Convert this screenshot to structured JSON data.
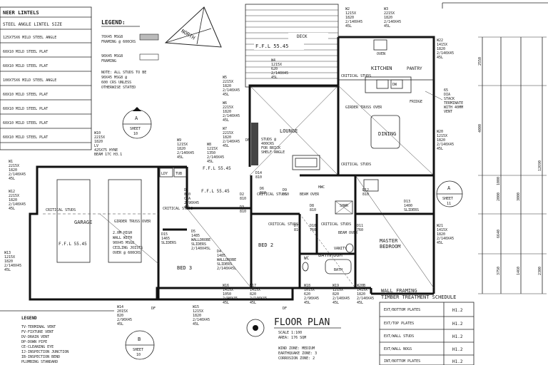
{
  "lintel_table": {
    "title": "NEER LINTELS",
    "header": "STEEL ANGLE LINTEL SIZE",
    "rows": [
      "125X75X6 MILD STEEL ANGLE",
      "60X10 MILD STEEL PLAT",
      "60X10 MILD STEEL PLAT",
      "100X75X6 MILD STEEL ANGLE",
      "60X10 MILD STEEL PLAT",
      "60X10 MILD STEEL PLAT",
      "60X10 MILD STEEL PLAT",
      "60X10 MILD STEEL PLAT"
    ]
  },
  "legend_top": {
    "title": "LEGEND:",
    "line1": "70X45 MSG8",
    "line2": "FRAMING @ 600CRS",
    "line3": "90X45 MSG8",
    "line4": "FRAMING",
    "note1": "NOTE: ALL STUDS TO BE",
    "note2": "90X45 MSG8 @",
    "note3": "600 CRS UNLESS",
    "note4": "OTHERWISE STATED"
  },
  "north": "NORTH",
  "rooms": {
    "deck": "DECK",
    "kitchen": "KITCHEN",
    "pantry": "PANTRY",
    "oven": "OVEN",
    "lounge": "LOUNGE",
    "dining": "DINING",
    "fridge": "FRIDGE",
    "garage": "GARAGE",
    "bed2": "BED 2",
    "bed3": "BED 3",
    "bathroom": "BATHROOM",
    "master1": "MASTER",
    "master2": "BEDROOM",
    "wc": "WC",
    "vanity": "VANITY",
    "bath": "BATH",
    "ldy": "LDY",
    "tub": "TUB",
    "dw": "DW",
    "hwc": "HWC",
    "shwr": "SHWR",
    "df": "DF"
  },
  "levels": {
    "ffl_top": "F.F.L 55.45",
    "ffl_mid": "F.F.L 55.45",
    "ffl_garage": "F.F.L 55.45",
    "ffl_hall": "F.F.L 55.45"
  },
  "notes": {
    "critical_studs": "CRITICAL STUDS",
    "girder": "GIRDER TRUSS OVER",
    "studs_brick_1": "STUDS @",
    "studs_brick_2": "400CRS",
    "studs_brick_3": "FOR BRICK",
    "studs_brick_4": "SHELF ANGLE",
    "garage_wall_1": "2.0M HIGH",
    "garage_wall_2": "WALL WITH",
    "garage_wall_3": "90X45 MSG8",
    "garage_wall_4": "CEILING JOISTS",
    "garage_wall_5": "OVER @ 600CRS",
    "stack_1": "65",
    "stack_2": "DIA",
    "stack_3": "STACK",
    "stack_4": "TERMINATE",
    "stack_5": "WITH 40MM",
    "stack_6": "VENT",
    "beam_over": "BEAM OVER",
    "w10_1": "W10",
    "w10_2": "2215X",
    "w10_3": "1820",
    "w10_4": "LV",
    "w10_5": "425X75 HYNE",
    "w10_6": "BEAM 17C H3.1"
  },
  "windows": [
    {
      "id": "W1",
      "l2": "2215X",
      "l3": "1820",
      "l4": "2/140X45",
      "l5": "45L"
    },
    {
      "id": "W12",
      "l2": "2215X",
      "l3": "1820",
      "l4": "2/140X45",
      "l5": "45L"
    },
    {
      "id": "W13",
      "l2": "1215X",
      "l3": "1820",
      "l4": "2/140X45",
      "l5": "45L"
    },
    {
      "id": "W14",
      "l2": "2015X",
      "l3": "820",
      "l4": "2/90X45",
      "l5": "45L"
    },
    {
      "id": "W15",
      "l2": "1215X",
      "l3": "1820",
      "l4": "2/140X45",
      "l5": "45L"
    },
    {
      "id": "W9",
      "l2": "1215X",
      "l3": "1820",
      "l4": "2/140X45",
      "l5": "45L"
    },
    {
      "id": "W6",
      "l2": "2215X",
      "l3": "1820",
      "l4": "2/140X45",
      "l5": "45L"
    },
    {
      "id": "W5",
      "l2": "2215X",
      "l3": "1820",
      "l4": "2/140X45",
      "l5": "45L"
    },
    {
      "id": "W7",
      "l2": "2215X",
      "l3": "1820",
      "l4": "2/140X45",
      "l5": "45L"
    },
    {
      "id": "W8",
      "l2": "1215X",
      "l3": "1350",
      "l4": "2/140X45",
      "l5": "45L"
    },
    {
      "id": "W4",
      "l2": "1215X",
      "l3": "620",
      "l4": "2/140X45",
      "l5": "45L"
    },
    {
      "id": "W2",
      "l2": "1215X",
      "l3": "1820",
      "l4": "2/140X45",
      "l5": "45L"
    },
    {
      "id": "W3",
      "l2": "2215X",
      "l3": "1820",
      "l4": "2/140X45",
      "l5": "45L"
    },
    {
      "id": "W22",
      "l2": "1415X",
      "l3": "1820",
      "l4": "2/140X45",
      "l5": "45L"
    },
    {
      "id": "W20",
      "l2": "1215X",
      "l3": "1820",
      "l4": "2/140X45",
      "l5": "45L"
    },
    {
      "id": "W21",
      "l2": "1415X",
      "l3": "1820",
      "l4": "2/140X45",
      "l5": "45L"
    },
    {
      "id": "W16",
      "l2": "1415X",
      "l3": "1050",
      "l4": "2/90X45",
      "l5": "45L"
    },
    {
      "id": "W17",
      "l2": "1415X",
      "l3": "820",
      "l4": "2/140X45",
      "l5": "45L"
    },
    {
      "id": "W18",
      "l2": "1015X",
      "l3": "620",
      "l4": "2/90X45",
      "l5": "45L"
    },
    {
      "id": "W19",
      "l2": "1215X",
      "l3": "820",
      "l4": "2/140X45",
      "l5": "45L"
    },
    {
      "id": "W20B",
      "l2": "1415X",
      "l3": "1820",
      "l4": "2/140X45",
      "l5": "45L"
    }
  ],
  "doors": [
    {
      "id": "D1",
      "l2": "810",
      "l3": "C/A",
      "l4": "2/90X45",
      "l5": "45L"
    },
    {
      "id": "D2",
      "l2": "810"
    },
    {
      "id": "D3",
      "l2": "810"
    },
    {
      "id": "D4",
      "l2": "1485",
      "l3": "WALLDROBE",
      "l4": "SLIDERS",
      "l5": "2/140X45L"
    },
    {
      "id": "D5",
      "l2": "1485",
      "l3": "WALLDROBE",
      "l4": "SLIDERS",
      "l5": "2/140X45L"
    },
    {
      "id": "D6",
      "l2": "810"
    },
    {
      "id": "D7",
      "l2": "810"
    },
    {
      "id": "D8",
      "l2": "810"
    },
    {
      "id": "D9",
      "l2": "810"
    },
    {
      "id": "D10",
      "l2": "760"
    },
    {
      "id": "D11",
      "l2": "760"
    },
    {
      "id": "D12",
      "l2": "810"
    },
    {
      "id": "D13",
      "l2": "1400",
      "l3": "SLIDERS"
    },
    {
      "id": "D14",
      "l2": "810"
    },
    {
      "id": "D15",
      "l2": "1465",
      "l3": "SLIDERS"
    }
  ],
  "section_markers": [
    {
      "letter": "A",
      "sheet": "SHEET",
      "num": "10"
    },
    {
      "letter": "B",
      "sheet": "SHEET",
      "num": "10"
    },
    {
      "letter": "A",
      "sheet": "SHEET",
      "num": "11"
    }
  ],
  "title_block": {
    "title": "FLOOR PLAN",
    "scale": "SCALE 1:100",
    "area": "AREA: 176 SQM",
    "wind": "WIND ZONE: MEDIUM",
    "quake": "EARTHQUAKE ZONE: 3",
    "corrosion": "CORROSION ZONE: 2"
  },
  "legend_bottom": {
    "title": "LEGEND",
    "items": [
      "TV-TERMINAL VENT",
      "FV-FIXTURE VENT",
      "DV-DRAIN VENT",
      "DP-DOWN PIPE",
      "CE-CLEANING EYE",
      "IJ-INSPECTION JUNCTION",
      "IB-INSPECTION BEND",
      "PLUMBING STANDARD"
    ]
  },
  "treatment": {
    "title1": "WALL FRAMING",
    "title2": "TIMBER TREATMENT SCHEDULE",
    "rows": [
      {
        "label": "EXT/BOTTOM PLATES",
        "value": "H1.2"
      },
      {
        "label": "EXT/TOP PLATES",
        "value": "H1.2"
      },
      {
        "label": "EXT/WALL STUDS",
        "value": "H1.2"
      },
      {
        "label": "EXT/WALL NOGS",
        "value": "H1.2"
      },
      {
        "label": "INT/BOTTOM PLATES",
        "value": "H1.2"
      }
    ]
  },
  "dims_right": [
    "2550",
    "4000",
    "1000",
    "2000",
    "3000",
    "6640",
    "12690",
    "3750",
    "1460",
    "2300"
  ]
}
